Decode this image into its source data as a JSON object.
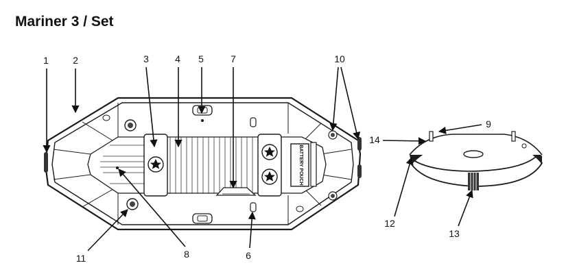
{
  "title": "Mariner 3 / Set",
  "callouts": [
    "1",
    "2",
    "3",
    "4",
    "5",
    "6",
    "7",
    "8",
    "9",
    "10",
    "11",
    "12",
    "13",
    "14"
  ],
  "battery_label": "BATTERY POUCH",
  "colors": {
    "ink": "#111111",
    "tube": "#2a2a2a",
    "fill": "#ffffff",
    "light": "#f4f4f4"
  }
}
